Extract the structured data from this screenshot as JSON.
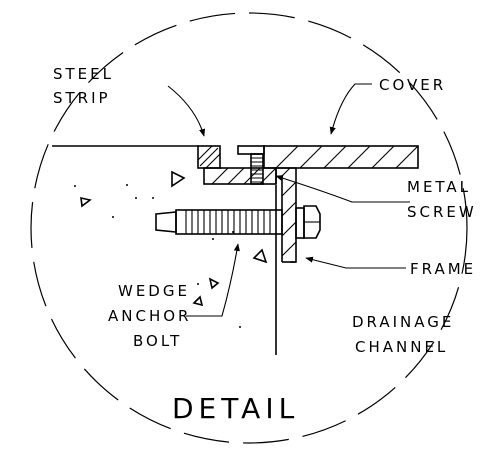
{
  "labels": {
    "steel_strip_1": "STEEL",
    "steel_strip_2": "STRIP",
    "cover": "COVER",
    "metal_screw_1": "METAL",
    "metal_screw_2": "SCREW",
    "frame": "FRAME",
    "wedge_anchor_1": "WEDGE",
    "wedge_anchor_2": "ANCHOR",
    "wedge_anchor_3": "BOLT",
    "drainage_1": "DRAINAGE",
    "drainage_2": "CHANNEL"
  },
  "title": "DETAIL"
}
